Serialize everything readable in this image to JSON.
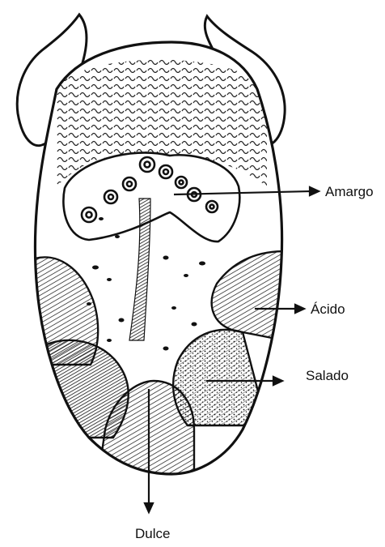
{
  "diagram": {
    "labels": {
      "bitter": "Amargo",
      "sour": "Ácido",
      "salty": "Salado",
      "sweet": "Dulce"
    },
    "colors": {
      "ink": "#111111",
      "background": "#ffffff"
    }
  }
}
